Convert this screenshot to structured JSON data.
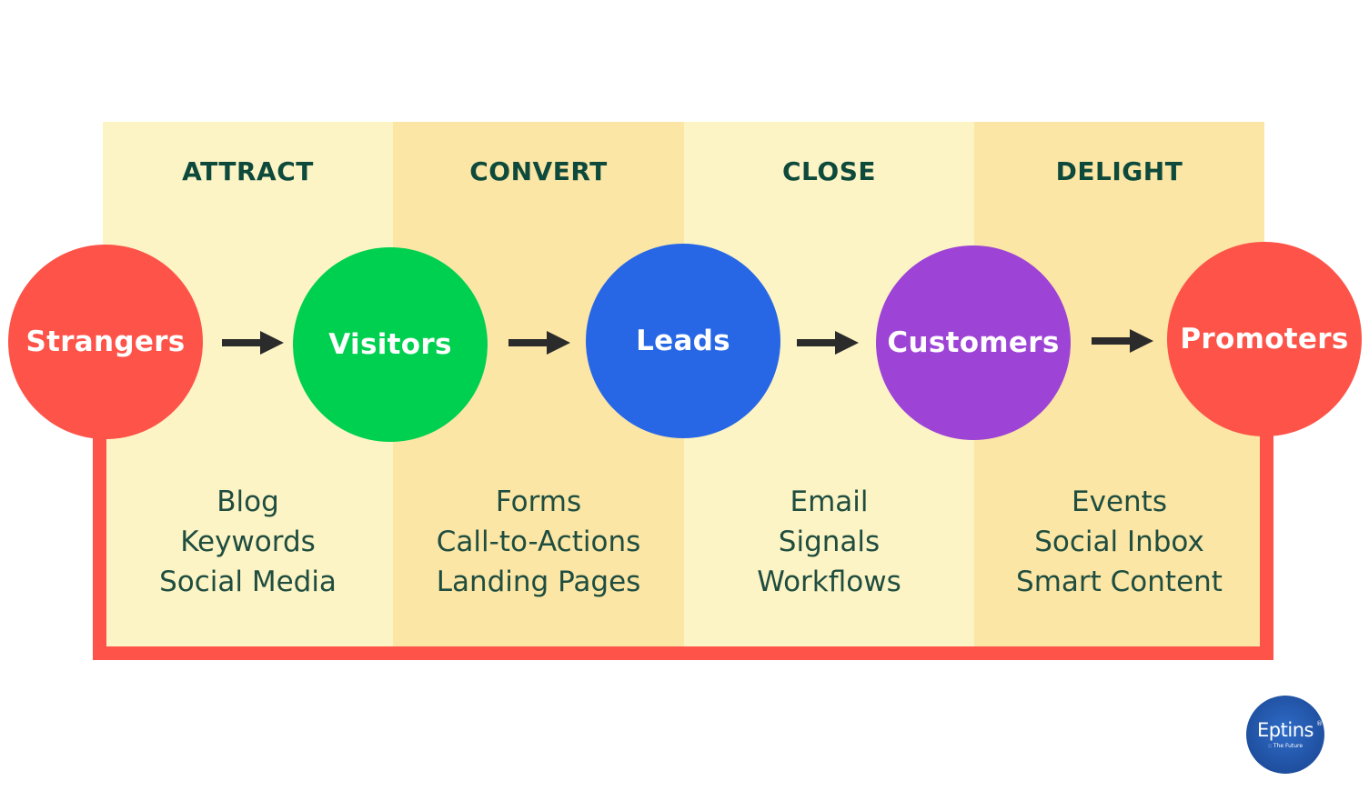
{
  "stages": [
    {
      "title": "ATTRACT",
      "tools": [
        "Blog",
        "Keywords",
        "Social Media"
      ]
    },
    {
      "title": "CONVERT",
      "tools": [
        "Forms",
        "Call-to-Actions",
        "Landing Pages"
      ]
    },
    {
      "title": "CLOSE",
      "tools": [
        "Email",
        "Signals",
        "Workflows"
      ]
    },
    {
      "title": "DELIGHT",
      "tools": [
        "Events",
        "Social Inbox",
        "Smart Content"
      ]
    }
  ],
  "nodes": [
    {
      "label": "Strangers",
      "color": "#fd5349"
    },
    {
      "label": "Visitors",
      "color": "#00d04f"
    },
    {
      "label": "Leads",
      "color": "#2767e6"
    },
    {
      "label": "Customers",
      "color": "#9d44d6"
    },
    {
      "label": "Promoters",
      "color": "#fd5349"
    }
  ],
  "colors": {
    "column_light": "#fdf4c5",
    "column_dark": "#fbe6a5",
    "heading_text": "#0e4a3b",
    "loop_line": "#fd5349",
    "arrow": "#2b2b2b"
  },
  "logo": {
    "name": "Eptins",
    "registered": "®",
    "tagline": ":: The Future"
  }
}
